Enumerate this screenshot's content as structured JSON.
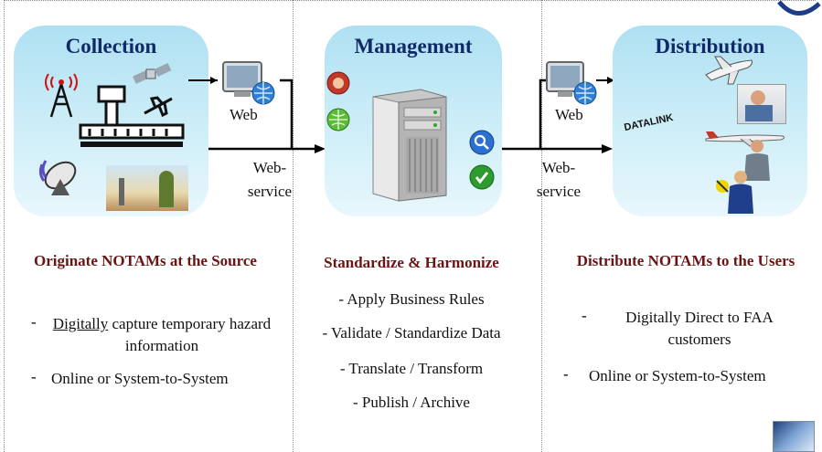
{
  "columns": [
    {
      "title": "Collection",
      "heading": "Originate NOTAMs at the Source"
    },
    {
      "title": "Management",
      "heading": "Standardize & Harmonize"
    },
    {
      "title": "Distribution",
      "heading": "Distribute NOTAMs to the Users"
    }
  ],
  "collection_items": [
    {
      "prefix": "Digitally",
      "rest": " capture temporary hazard information"
    },
    {
      "text": "Online or System-to-System"
    }
  ],
  "management_items": [
    "- Apply Business Rules",
    "- Validate / Standardize Data",
    "- Translate / Transform",
    "- Publish / Archive"
  ],
  "distribution_items": [
    "Digitally Direct to FAA customers",
    "Online or System-to-System"
  ],
  "connectors": {
    "left_web": "Web",
    "left_webservice": "Web-\nservice",
    "right_web": "Web",
    "right_webservice": "Web-\nservice",
    "datalink": "DATALINK"
  },
  "bullet": "-",
  "colors": {
    "box_fill": "#b9e6f5",
    "title_text": "#0f2a66",
    "heading_text": "#6b1414",
    "arrow": "#000000",
    "divider": "#8a8a8a"
  },
  "icons": [
    "antenna-tower-icon",
    "satellite-icon",
    "control-tower-icon",
    "airplane-icon",
    "satellite-dish-icon",
    "photo-icon",
    "monitor-globe-icon",
    "server-rack-icon",
    "settings-icon",
    "globe-icon",
    "search-icon",
    "check-icon",
    "pilot-icon",
    "laptop-user-icon",
    "jet-icon",
    "person-icon",
    "ground-crew-icon",
    "logo-icon"
  ]
}
